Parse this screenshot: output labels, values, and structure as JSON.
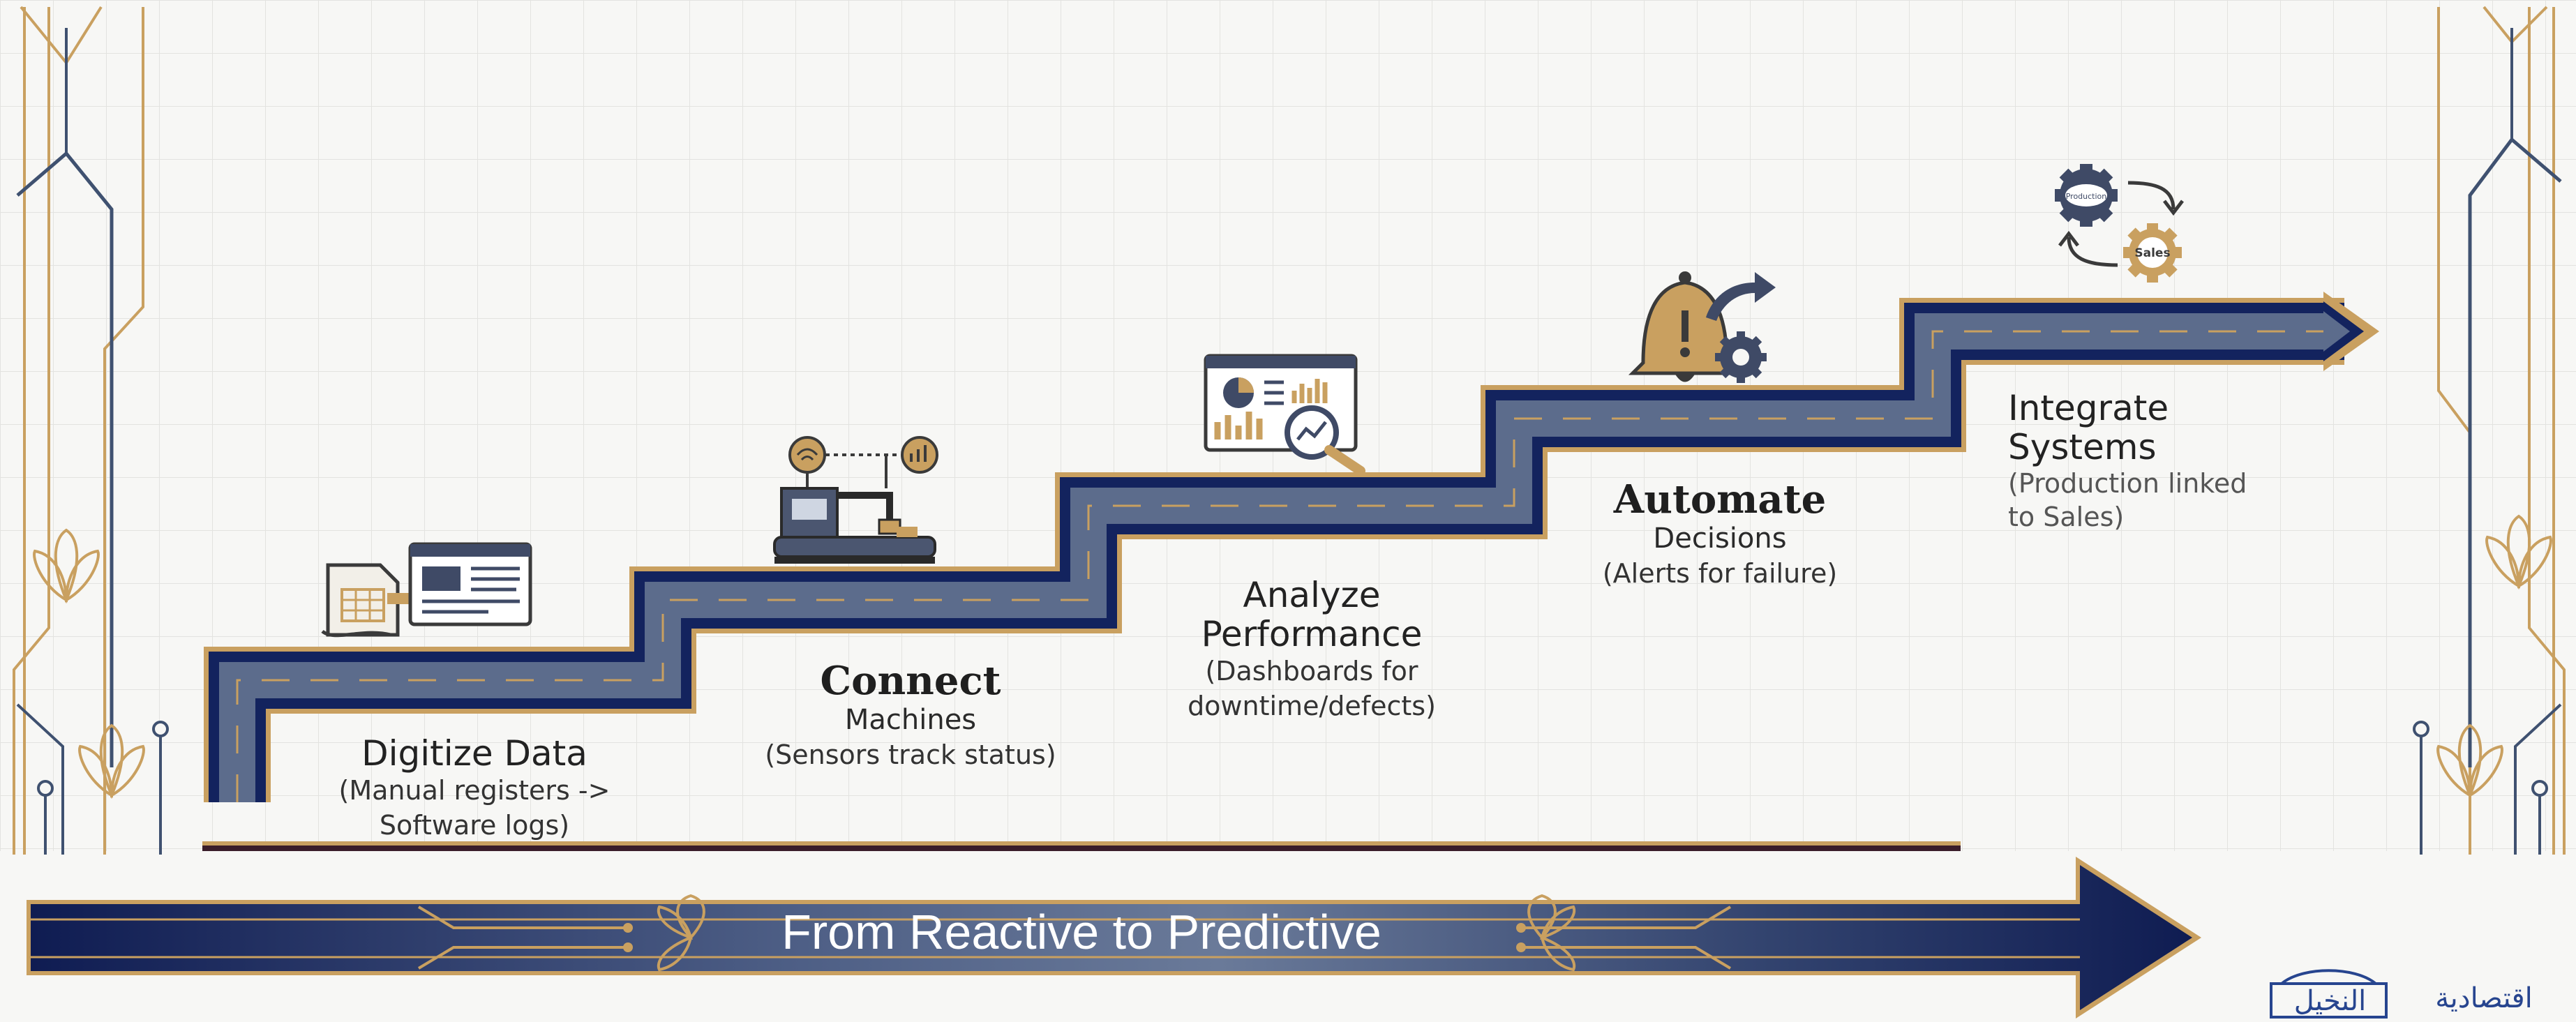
{
  "steps": [
    {
      "title": "Digitize Data",
      "desc_line1": "(Manual registers ->",
      "desc_line2": "Software logs)",
      "icon": "spreadsheet-to-software-icon"
    },
    {
      "title": "Connect",
      "subtitle": "Machines",
      "desc_line1": "(Sensors track status)",
      "icon": "sensor-machine-icon"
    },
    {
      "title_line1": "Analyze",
      "title_line2": "Performance",
      "desc_line1": "(Dashboards for",
      "desc_line2": "downtime/defects)",
      "icon": "dashboard-magnifier-icon"
    },
    {
      "title": "Automate",
      "subtitle": "Decisions",
      "desc_line1": "(Alerts for failure)",
      "icon": "alert-bell-gear-icon"
    },
    {
      "title_line1": "Integrate",
      "title_line2": "Systems",
      "desc_line1": "(Production linked",
      "desc_line2": "to Sales)",
      "icon": "linked-gears-icon",
      "gear_label_top": "Production",
      "gear_label_bottom": "Sales"
    }
  ],
  "banner": {
    "text": "From Reactive to Predictive"
  },
  "logos": {
    "left": "النخيل",
    "right": "اقتصادية"
  },
  "colors": {
    "navy": "#13235e",
    "steel": "#5c6c8c",
    "gold": "#c9a060",
    "paper": "#f7f7f5"
  }
}
